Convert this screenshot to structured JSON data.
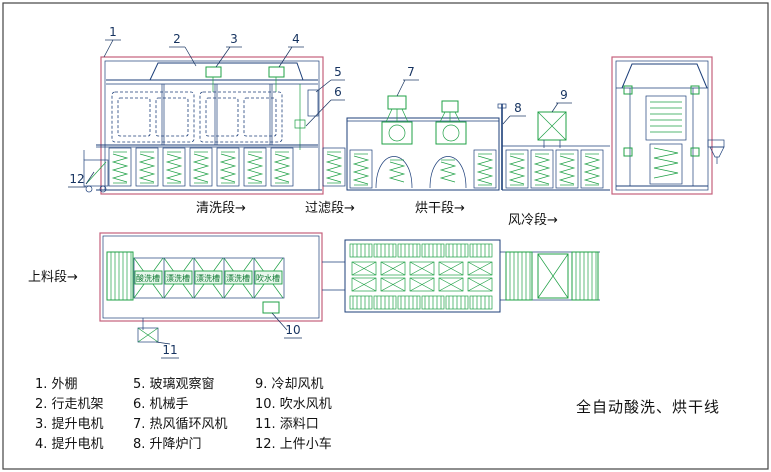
{
  "page": {
    "title": "全自动酸洗、烘干线"
  },
  "section_labels": {
    "washing": "清洗段→",
    "filtering": "过滤段→",
    "drying": "烘干段→",
    "air_cooling": "风冷段→",
    "loading": "上料段→"
  },
  "callouts": [
    "1",
    "2",
    "3",
    "4",
    "5",
    "6",
    "7",
    "8",
    "9",
    "10",
    "11",
    "12"
  ],
  "plan_tanks": [
    "酸洗槽",
    "漂洗槽",
    "漂洗槽",
    "漂洗槽",
    "吹水槽"
  ],
  "legend": {
    "col1": [
      "1. 外棚",
      "2. 行走机架",
      "3. 提升电机",
      "4. 提升电机"
    ],
    "col2": [
      "5. 玻璃观察窗",
      "6. 机械手",
      "7. 热风循环风机",
      "8. 升降炉门"
    ],
    "col3": [
      "9. 冷却风机",
      "10. 吹水风机",
      "11. 添料口",
      "12. 上件小车"
    ]
  },
  "colors": {
    "line_blue": "#1d3f7a",
    "green": "#1fa046",
    "frame_red": "#c4607c",
    "text": "#111111"
  }
}
